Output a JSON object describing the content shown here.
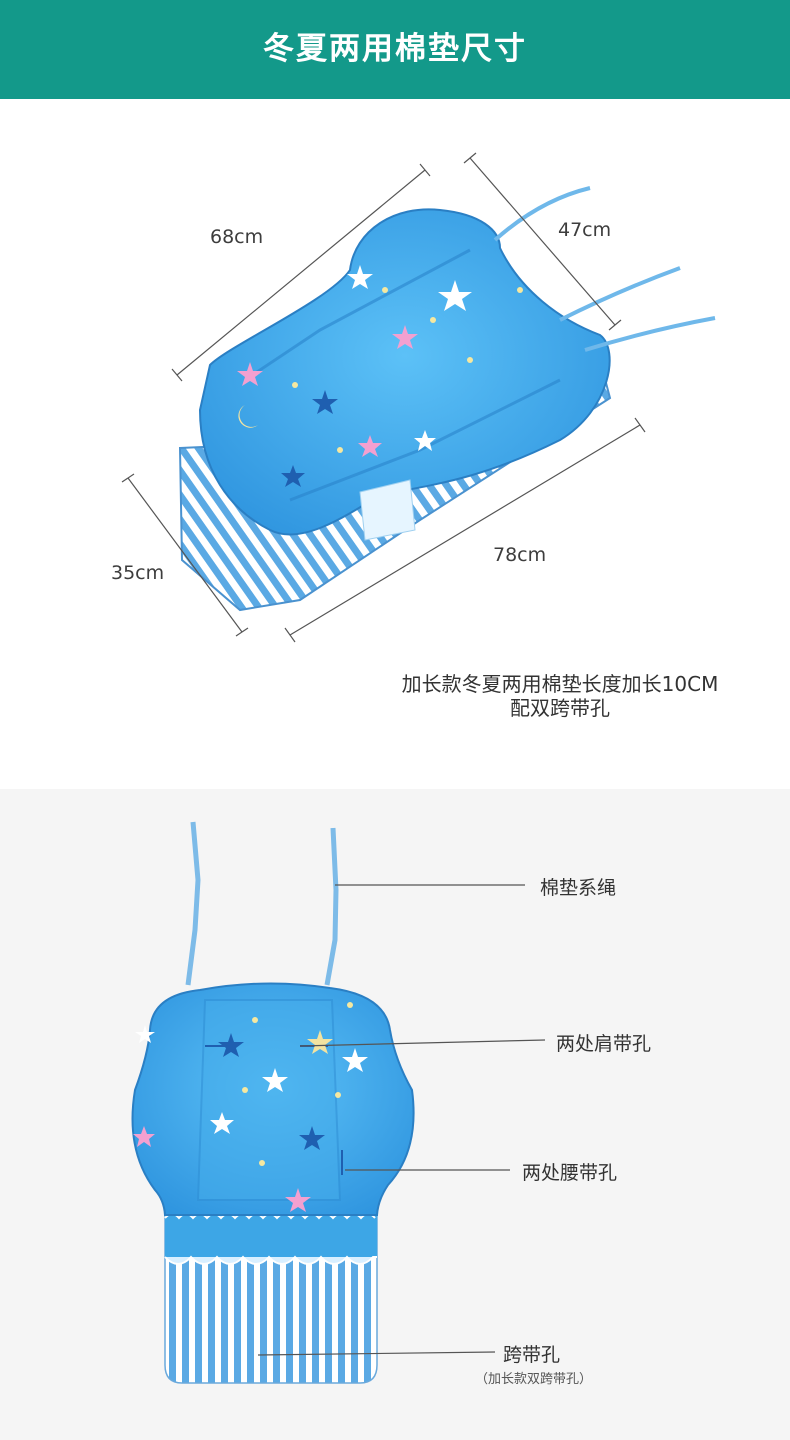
{
  "banner": {
    "title": "冬夏两用棉垫尺寸"
  },
  "dimensions": {
    "top_length": "68cm",
    "top_width": "47cm",
    "bottom_length": "78cm",
    "side_width": "35cm"
  },
  "caption": {
    "line1": "加长款冬夏两用棉垫长度加长10CM",
    "line2": "配双跨带孔"
  },
  "callouts": {
    "ties": "棉垫系绳",
    "shoulder_holes": "两处肩带孔",
    "waist_holes": "两处腰带孔",
    "crotch_hole": "跨带孔",
    "crotch_hole_note": "（加长款双跨带孔）"
  },
  "colors": {
    "banner": "#13998a",
    "pad_blue": "#3da6e6",
    "stripe_blue": "#5aa9e4"
  },
  "icons": [
    "star-icon",
    "moon-icon"
  ]
}
